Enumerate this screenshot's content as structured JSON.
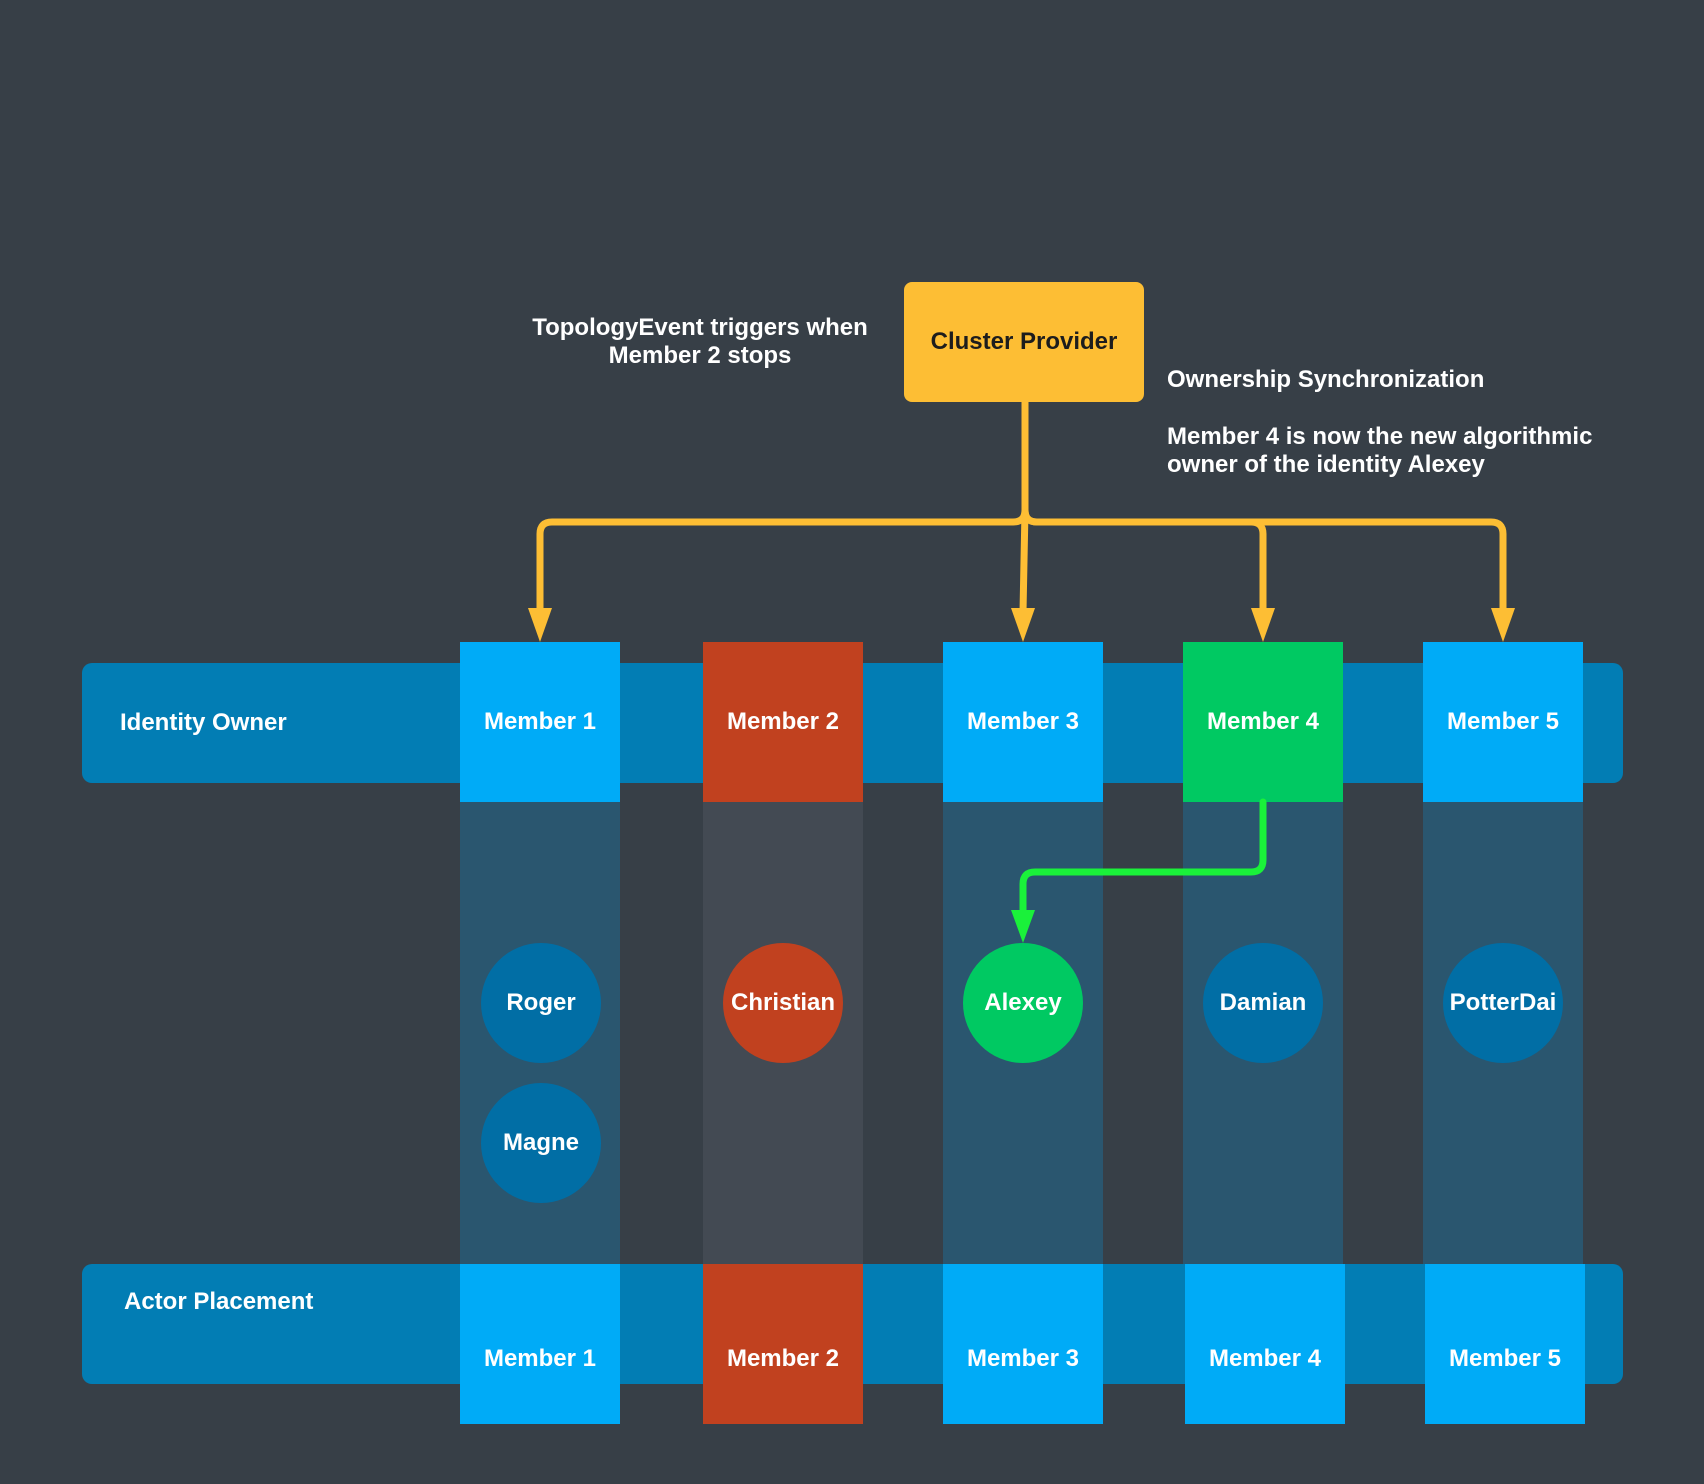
{
  "colors": {
    "background": "#373f47",
    "band": "#027db4",
    "member_active": "#00abf7",
    "member_stopped": "#c1411f",
    "member_new_owner": "#00c962",
    "actor_default": "#016ea5",
    "actor_stopped": "#c1411f",
    "actor_moved": "#00c962",
    "provider": "#fdbe34",
    "provider_text": "#1d1d1d",
    "topology_arrow": "#fdbe34",
    "ownership_arrow": "#1af13a"
  },
  "provider": {
    "label": "Cluster Provider"
  },
  "notes": {
    "topology_line1": "TopologyEvent triggers when",
    "topology_line2": "Member 2 stops",
    "sync_title": "Ownership Synchronization",
    "sync_line1": "Member 4 is now the new algorithmic",
    "sync_line2": "owner of the identity Alexey"
  },
  "rows": {
    "identity_owner": "Identity Owner",
    "actor_placement": "Actor Placement"
  },
  "identity_members": [
    {
      "label": "Member 1",
      "state": "active"
    },
    {
      "label": "Member 2",
      "state": "stopped"
    },
    {
      "label": "Member 3",
      "state": "active"
    },
    {
      "label": "Member 4",
      "state": "new_owner"
    },
    {
      "label": "Member 5",
      "state": "active"
    }
  ],
  "placement_members": [
    {
      "label": "Member 1",
      "state": "active"
    },
    {
      "label": "Member 2",
      "state": "stopped"
    },
    {
      "label": "Member 3",
      "state": "active"
    },
    {
      "label": "Member 4",
      "state": "active"
    },
    {
      "label": "Member 5",
      "state": "active"
    }
  ],
  "actors": [
    {
      "name": "Roger",
      "member": 1,
      "state": "default"
    },
    {
      "name": "Magne",
      "member": 1,
      "state": "default"
    },
    {
      "name": "Christian",
      "member": 2,
      "state": "stopped"
    },
    {
      "name": "Alexey",
      "member": 3,
      "state": "moved"
    },
    {
      "name": "Damian",
      "member": 4,
      "state": "default"
    },
    {
      "name": "PotterDai",
      "member": 5,
      "state": "default"
    }
  ]
}
